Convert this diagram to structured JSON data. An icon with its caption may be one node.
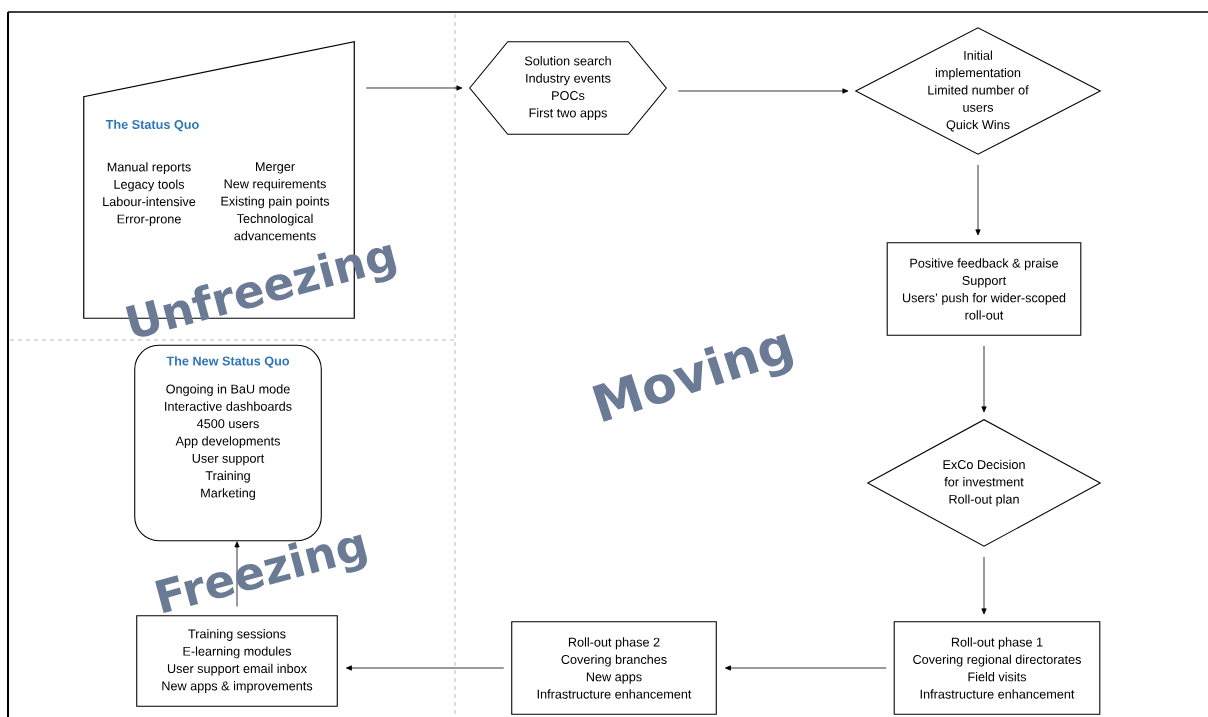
{
  "diagram": {
    "nodes": [
      {
        "text": [
          "The Status Quo",
          "Manual reports",
          "Legacy tools",
          "Labour-intensive",
          "Error-prone",
          "Merger",
          "New requirements",
          "Existing pain points",
          "Technological advancements"
        ]
      },
      {
        "text": [
          "Solution search",
          "Industry events",
          "POCs",
          "First two apps"
        ]
      },
      {
        "text": [
          "Initial implementation",
          "Limited number of users",
          "Quick Wins"
        ]
      },
      {
        "text": [
          "Positive feedback & praise",
          "Support",
          "Users’ push for wider-scoped roll-out"
        ]
      },
      {
        "text": [
          "ExCo Decision",
          "for investment",
          "Roll-out plan"
        ]
      },
      {
        "text": [
          "Roll-out phase 1",
          "Covering regional directorates",
          "Field visits",
          "Infrastructure enhancement"
        ]
      },
      {
        "text": [
          "Roll-out phase 2",
          "Covering branches",
          "New apps",
          "Infrastructure enhancement"
        ]
      },
      {
        "text": [
          "Training sessions",
          "E-learning modules",
          "User support email inbox",
          "New apps & improvements"
        ]
      },
      {
        "text": [
          "The New Status Quo",
          "Ongoing in BaU mode",
          "Interactive dashboards",
          "4500 users",
          "App developments",
          "User support",
          "Training",
          "Marketing"
        ]
      }
    ],
    "edges": [
      {
        "from": 0,
        "to": 1,
        "arrow": "to"
      },
      {
        "from": 1,
        "to": 2,
        "arrow": "to"
      },
      {
        "from": 2,
        "to": 3,
        "arrow": "to"
      },
      {
        "from": 3,
        "to": 4,
        "arrow": "to"
      },
      {
        "from": 4,
        "to": 5,
        "arrow": "to"
      },
      {
        "from": 5,
        "to": 6,
        "arrow": "to"
      },
      {
        "from": 6,
        "to": 7,
        "arrow": "to"
      },
      {
        "from": 7,
        "to": 8,
        "arrow": "to"
      }
    ],
    "labels": [
      "Unfreezing",
      "Moving",
      "Freezing"
    ]
  }
}
